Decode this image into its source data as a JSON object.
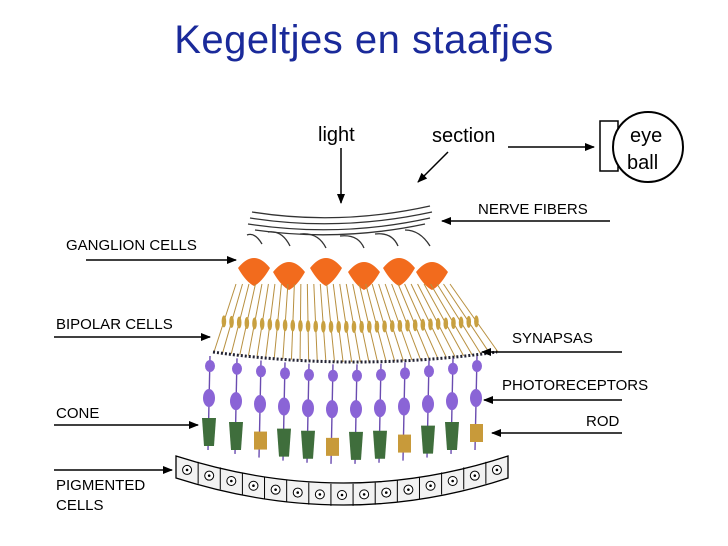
{
  "title": "Kegeltjes en staafjes",
  "labels": {
    "light": "light",
    "section": "section",
    "eye": "eye",
    "ball": "ball",
    "nerve_fibers": "NERVE FIBERS",
    "ganglion_cells": "GANGLION CELLS",
    "bipolar_cells": "BIPOLAR CELLS",
    "synapsas": "SYNAPSAS",
    "photoreceptors": "PHOTORECEPTORS",
    "cone": "CONE",
    "rod": "ROD",
    "pigmented": "PIGMENTED",
    "cells": "CELLS"
  },
  "colors": {
    "title": "#1a2a9a",
    "ganglion": "#f26b1d",
    "bipolar": "#c8a040",
    "photoreceptor_body": "#8a64d6",
    "cone": "#3f6e3c",
    "rod": "#c89a3a",
    "pigment_fill": "#f2f2f2"
  }
}
